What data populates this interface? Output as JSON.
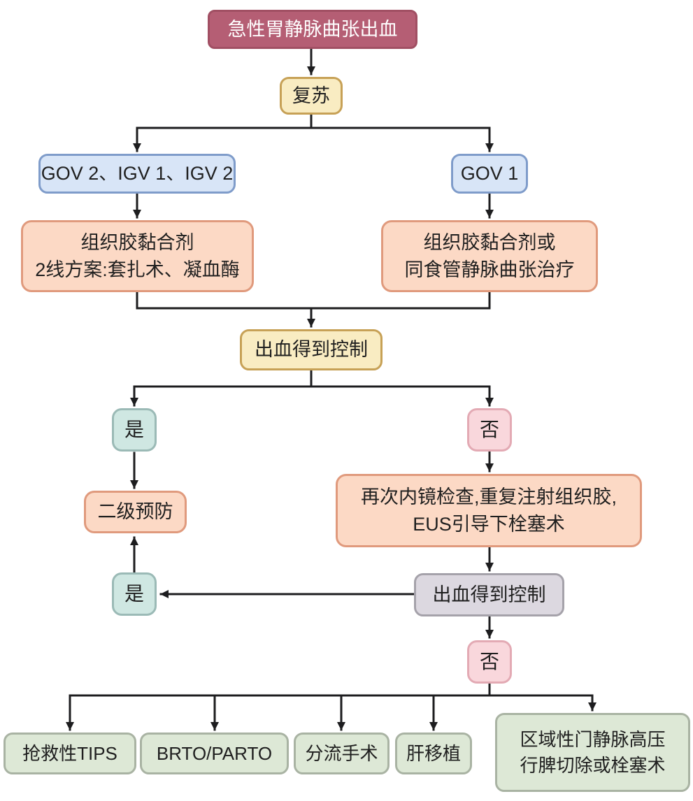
{
  "nodes": {
    "start": {
      "label": "急性胃静脉曲张出血"
    },
    "resuscitation": {
      "label": "复苏"
    },
    "gov2_igv1_igv2": {
      "label": "GOV 2、IGV 1、IGV 2"
    },
    "gov1": {
      "label": "GOV 1"
    },
    "tissue_glue_left": {
      "line1": "组织胶黏合剂",
      "line2": "2线方案:套扎术、凝血酶"
    },
    "tissue_glue_right": {
      "line1": "组织胶黏合剂或",
      "line2": "同食管静脉曲张治疗"
    },
    "bleeding_controlled_1": {
      "label": "出血得到控制"
    },
    "yes_1": {
      "label": "是"
    },
    "no_1": {
      "label": "否"
    },
    "secondary_prevention": {
      "label": "二级预防"
    },
    "repeat_endoscopy": {
      "line1": "再次内镜检查,重复注射组织胶,",
      "line2": "EUS引导下栓塞术"
    },
    "bleeding_controlled_2": {
      "label": "出血得到控制"
    },
    "yes_2": {
      "label": "是"
    },
    "no_2": {
      "label": "否"
    },
    "rescue_tips": {
      "label": "抢救性TIPS"
    },
    "brto_parto": {
      "label": "BRTO/PARTO"
    },
    "shunt_surgery": {
      "label": "分流手术"
    },
    "liver_transplant": {
      "label": "肝移植"
    },
    "regional_hypertension": {
      "line1": "区域性门静脉高压",
      "line2": "行脾切除或栓塞术"
    }
  },
  "colors": {
    "start_fill": "#b55e74",
    "start_border": "#a14f63",
    "start_text": "#ffffff",
    "yellow_fill": "#f9ecc2",
    "yellow_border": "#c7a156",
    "blue_fill": "#d8e5f7",
    "blue_border": "#7f9cca",
    "peach_fill": "#fcd9c5",
    "peach_border": "#e09a7d",
    "teal_fill": "#cfe7e2",
    "teal_border": "#9bbab6",
    "pink_fill": "#f9d7dc",
    "pink_border": "#e3aab4",
    "gray_fill": "#dcd8e0",
    "gray_border": "#a5a2aa",
    "green_fill": "#dde8d6",
    "green_border": "#a9b3a3",
    "arrow": "#1d1d1f"
  }
}
